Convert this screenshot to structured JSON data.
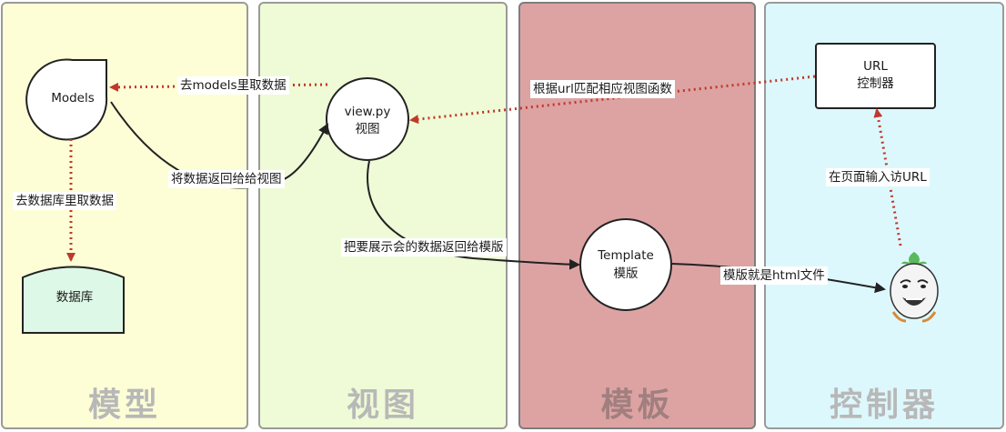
{
  "lanes": {
    "model": "模型",
    "view": "视图",
    "template": "模板",
    "controller": "控制器"
  },
  "nodes": {
    "models": "Models",
    "database": "数据库",
    "view_line1": "view.py",
    "view_line2": "视图",
    "template_line1": "Template",
    "template_line2": "模版",
    "url_line1": "URL",
    "url_line2": "控制器"
  },
  "edges": {
    "view_to_models": "去models里取数据",
    "models_to_db": "去数据库里取数据",
    "models_to_view": "将数据返回给给视图",
    "url_to_view": "根据url匹配相应视图函数",
    "view_to_template": "把要展示会的数据返回给模版",
    "template_to_user": "模版就是html文件",
    "user_to_url": "在页面输入访URL"
  },
  "colors": {
    "dotted_arrow": "#c0392b",
    "solid_arrow": "#222222",
    "database_fill": "#ddf8e6"
  }
}
